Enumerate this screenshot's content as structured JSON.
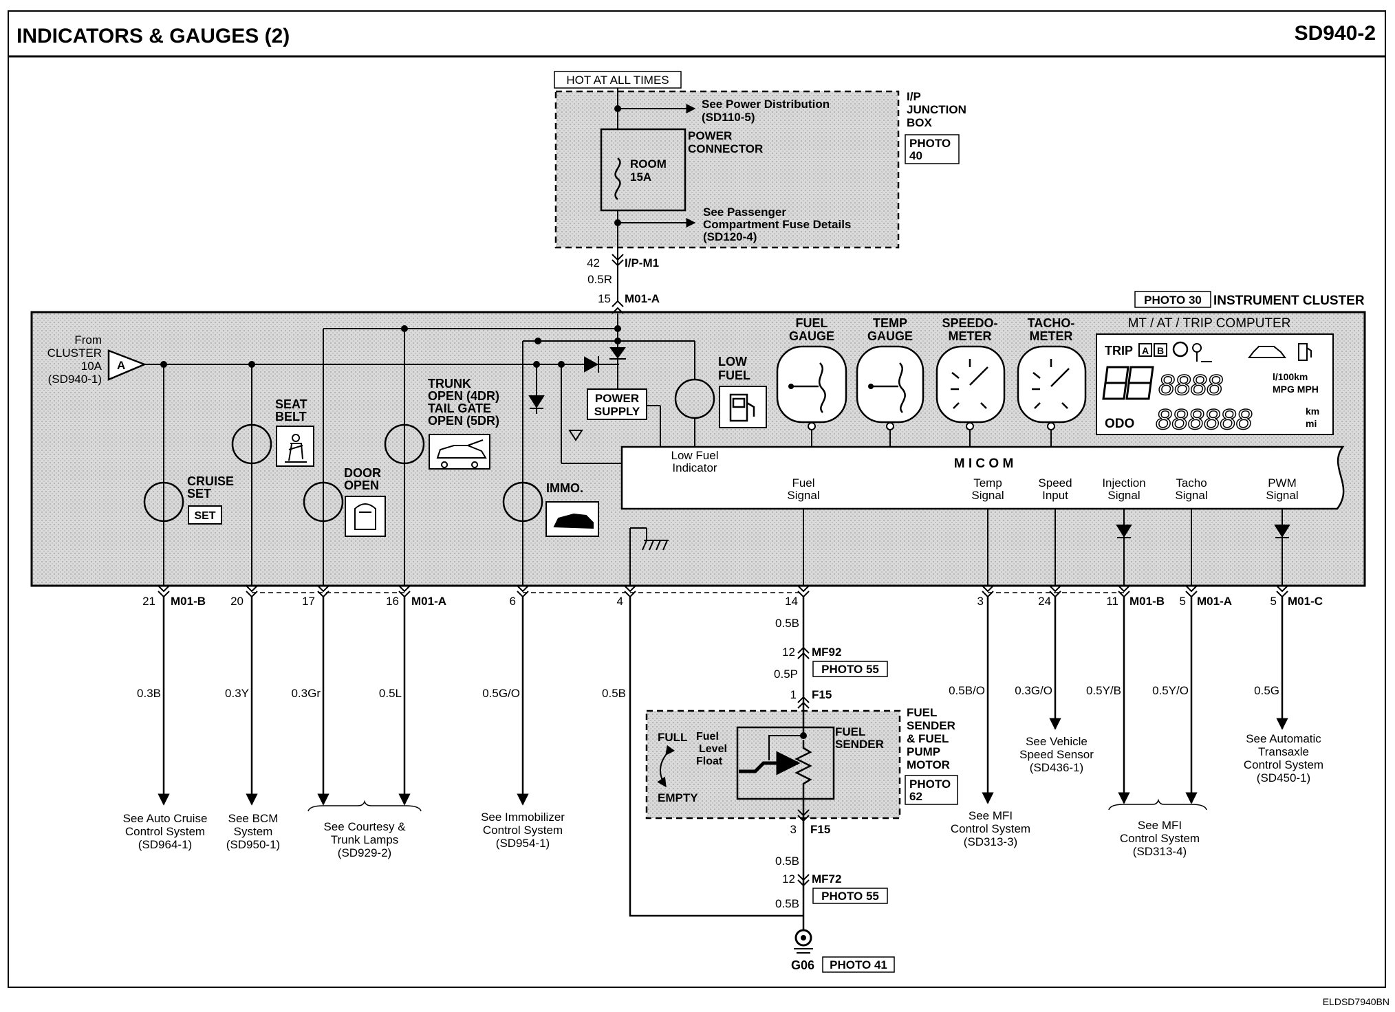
{
  "header": {
    "title": "INDICATORS & GAUGES (2)",
    "code": "SD940-2"
  },
  "footer_code": "ELDSD7940BN",
  "junction": {
    "hot": "HOT AT ALL TIMES",
    "see_power": "See Power Distribution",
    "see_power_ref": "(SD110-5)",
    "power_connector_1": "POWER",
    "power_connector_2": "CONNECTOR",
    "fuse_1": "ROOM",
    "fuse_2": "15A",
    "see_pass_1": "See Passenger",
    "see_pass_2": "Compartment Fuse Details",
    "see_pass_3": "(SD120-4)",
    "box_1": "I/P",
    "box_2": "JUNCTION",
    "box_3": "BOX",
    "photo_1": "PHOTO",
    "photo_2": "40"
  },
  "top_feed": {
    "pin42": "42",
    "conn1": "I/P-M1",
    "wire": "0.5R",
    "pin15": "15",
    "conn2": "M01-A"
  },
  "cluster": {
    "photo": "PHOTO 30",
    "title": "INSTRUMENT CLUSTER",
    "from_1": "From",
    "from_2": "CLUSTER",
    "from_3": "10A",
    "from_4": "(SD940-1)",
    "from_letter": "A",
    "cruise_1": "CRUISE",
    "cruise_2": "SET",
    "cruise_badge": "SET",
    "seat_1": "SEAT",
    "seat_2": "BELT",
    "door_1": "DOOR",
    "door_2": "OPEN",
    "trunk_1": "TRUNK",
    "trunk_2": "OPEN (4DR)",
    "trunk_3": "TAIL GATE",
    "trunk_4": "OPEN (5DR)",
    "immo": "IMMO.",
    "power_supply_1": "POWER",
    "power_supply_2": "SUPPLY",
    "low_fuel_1": "LOW",
    "low_fuel_2": "FUEL",
    "low_fuel_ind_1": "Low Fuel",
    "low_fuel_ind_2": "Indicator",
    "gauges": [
      {
        "l1": "FUEL",
        "l2": "GAUGE"
      },
      {
        "l1": "TEMP",
        "l2": "GAUGE"
      },
      {
        "l1": "SPEEDO-",
        "l2": "METER"
      },
      {
        "l1": "TACHO-",
        "l2": "METER"
      }
    ],
    "trip_title": "MT / AT / TRIP COMPUTER",
    "trip_label": "TRIP",
    "trip_a": "A",
    "trip_b": "B",
    "trip_digits": "8888",
    "trip_units_1": "l/100km",
    "trip_units_2": "MPG MPH",
    "odo_label": "ODO",
    "odo_digits": "888888",
    "odo_units_1": "km",
    "odo_units_2": "mi",
    "micom": "M I C O M",
    "signals": [
      {
        "l1": "Fuel",
        "l2": "Signal"
      },
      {
        "l1": "Temp",
        "l2": "Signal"
      },
      {
        "l1": "Speed",
        "l2": "Input"
      },
      {
        "l1": "Injection",
        "l2": "Signal"
      },
      {
        "l1": "Tacho",
        "l2": "Signal"
      },
      {
        "l1": "PWM",
        "l2": "Signal"
      }
    ]
  },
  "pins": {
    "p21": "21",
    "c21": "M01-B",
    "p20": "20",
    "p17": "17",
    "p16": "16",
    "c16": "M01-A",
    "p6": "6",
    "p4": "4",
    "p14": "14",
    "p3": "3",
    "p24": "24",
    "p11": "11",
    "c11": "M01-B",
    "p5a": "5",
    "c5a": "M01-A",
    "p5c": "5",
    "c5c": "M01-C"
  },
  "wires": {
    "w21": "0.3B",
    "w20": "0.3Y",
    "w17": "0.3Gr",
    "w16": "0.5L",
    "w6": "0.5G/O",
    "w4": "0.5B",
    "w3": "0.5B/O",
    "w24": "0.3G/O",
    "w11": "0.5Y/B",
    "w5a": "0.5Y/O",
    "w5c": "0.5G"
  },
  "refs": {
    "cruise_1": "See Auto Cruise",
    "cruise_2": "Control System",
    "cruise_3": "(SD964-1)",
    "bcm_1": "See BCM",
    "bcm_2": "System",
    "bcm_3": "(SD950-1)",
    "court_1": "See Courtesy &",
    "court_2": "Trunk Lamps",
    "court_3": "(SD929-2)",
    "immo_1": "See Immobilizer",
    "immo_2": "Control System",
    "immo_3": "(SD954-1)",
    "mfi1_1": "See MFI",
    "mfi1_2": "Control System",
    "mfi1_3": "(SD313-3)",
    "vss_1": "See Vehicle",
    "vss_2": "Speed Sensor",
    "vss_3": "(SD436-1)",
    "mfi2_1": "See MFI",
    "mfi2_2": "Control System",
    "mfi2_3": "(SD313-4)",
    "auto_1": "See Automatic",
    "auto_2": "Transaxle",
    "auto_3": "Control System",
    "auto_4": "(SD450-1)"
  },
  "fuel": {
    "w14": "0.5B",
    "p12": "12",
    "c_mf92": "MF92",
    "photo55a": "PHOTO 55",
    "w_p": "0.5P",
    "p1": "1",
    "c_f15a": "F15",
    "full": "FULL",
    "float_1": "Fuel",
    "float_2": "Level",
    "float_3": "Float",
    "empty": "EMPTY",
    "sender_1": "FUEL",
    "sender_2": "SENDER",
    "comp_1": "FUEL",
    "comp_2": "SENDER",
    "comp_3": "& FUEL",
    "comp_4": "PUMP",
    "comp_5": "MOTOR",
    "photo62_1": "PHOTO",
    "photo62_2": "62",
    "p3": "3",
    "c_f15b": "F15",
    "w_b1": "0.5B",
    "p12b": "12",
    "c_mf72": "MF72",
    "photo55b": "PHOTO 55",
    "w_b2": "0.5B",
    "ground": "G06",
    "photo41": "PHOTO 41"
  }
}
